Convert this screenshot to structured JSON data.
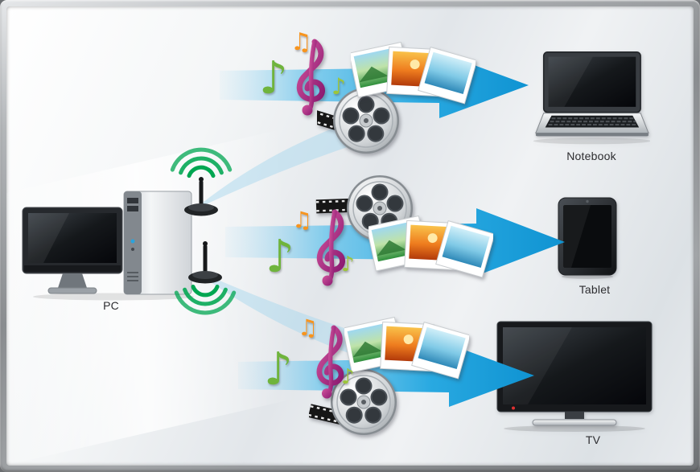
{
  "diagram": {
    "source": {
      "label": "PC"
    },
    "targets": [
      {
        "label": "Notebook"
      },
      {
        "label": "Tablet"
      },
      {
        "label": "TV"
      }
    ],
    "icons": {
      "single_note": "♪",
      "beamed_note": "♫"
    },
    "colors": {
      "arrow_blue": "#1e9ed9",
      "wifi_green": "#00a651",
      "note_green_large": "#6fb43c",
      "note_green_small": "#9dc53a",
      "note_orange": "#f7941e",
      "clef_purple": "#a4238e"
    }
  }
}
